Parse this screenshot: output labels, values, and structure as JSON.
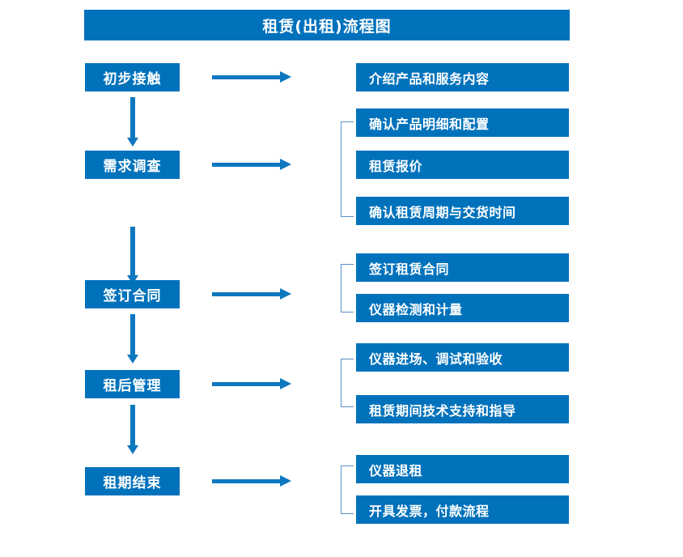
{
  "title": "租赁(出租)流程图",
  "accent_color": "#0072BC",
  "arrow_color": "#0D77BF",
  "bracket_color": "#5B8FC9",
  "diagram": {
    "type": "flowchart",
    "orientation": "vertical-stages-with-horizontal-details",
    "stages": [
      {
        "label": "初步接触",
        "details": [
          "介绍产品和服务内容"
        ],
        "bracket": false
      },
      {
        "label": "需求调查",
        "details": [
          "确认产品明细和配置",
          "租赁报价",
          "确认租赁周期与交货时间"
        ],
        "bracket": true
      },
      {
        "label": "签订合同",
        "details": [
          "签订租赁合同",
          "仪器检测和计量"
        ],
        "bracket": true
      },
      {
        "label": "租后管理",
        "details": [
          "仪器进场、调试和验收",
          "租赁期间技术支持和指导"
        ],
        "bracket": true
      },
      {
        "label": "租期结束",
        "details": [
          "仪器退租",
          "开具发票，付款流程"
        ],
        "bracket": true
      }
    ]
  }
}
